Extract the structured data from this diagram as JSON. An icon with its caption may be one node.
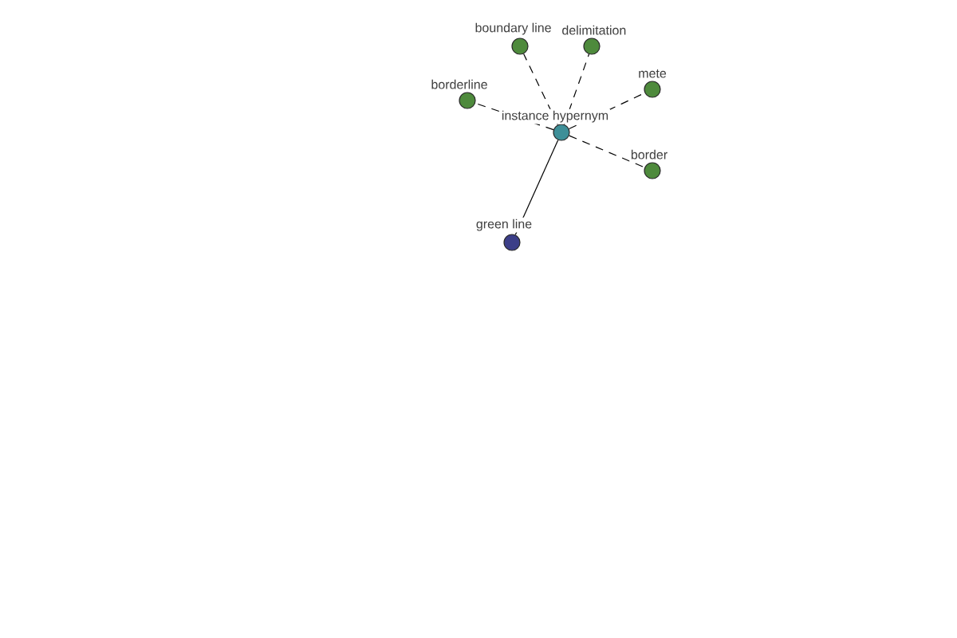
{
  "diagram": {
    "nodes": [
      {
        "text": [
          "instance hypernym"
        ]
      },
      {
        "text": [
          "boundary line"
        ]
      },
      {
        "text": [
          "delimitation"
        ]
      },
      {
        "text": [
          "borderline"
        ]
      },
      {
        "text": [
          "mete"
        ]
      },
      {
        "text": [
          "border"
        ]
      },
      {
        "text": [
          "green line"
        ]
      }
    ],
    "edges": [
      {
        "from": 0,
        "to": 1,
        "arrow": "none",
        "style": "dashed"
      },
      {
        "from": 0,
        "to": 2,
        "arrow": "none",
        "style": "dashed"
      },
      {
        "from": 0,
        "to": 3,
        "arrow": "none",
        "style": "dashed"
      },
      {
        "from": 0,
        "to": 4,
        "arrow": "none",
        "style": "dashed"
      },
      {
        "from": 0,
        "to": 5,
        "arrow": "none",
        "style": "dashed"
      },
      {
        "from": 0,
        "to": 6,
        "arrow": "none"
      }
    ]
  }
}
